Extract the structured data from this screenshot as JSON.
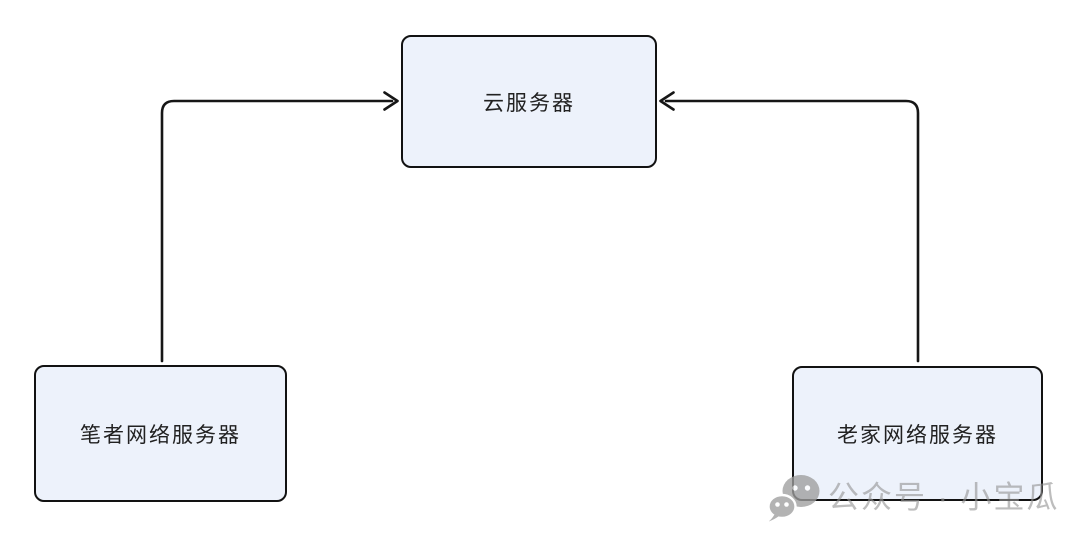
{
  "diagram": {
    "nodes": [
      {
        "id": "cloud",
        "label": "云服务器"
      },
      {
        "id": "author",
        "label": "笔者网络服务器"
      },
      {
        "id": "hometown",
        "label": "老家网络服务器"
      }
    ],
    "edges": [
      {
        "from": "author",
        "to": "cloud",
        "arrow": "into-cloud-left"
      },
      {
        "from": "hometown",
        "to": "cloud",
        "arrow": "into-cloud-right"
      }
    ],
    "colors": {
      "node_fill": "#edf2fb",
      "node_border": "#121212",
      "edge_stroke": "#161616",
      "node_text": "#212121",
      "watermark_gray": "#949494"
    }
  },
  "watermark": {
    "icon": "wechat-icon",
    "text": "公众号 · 小宝瓜"
  }
}
